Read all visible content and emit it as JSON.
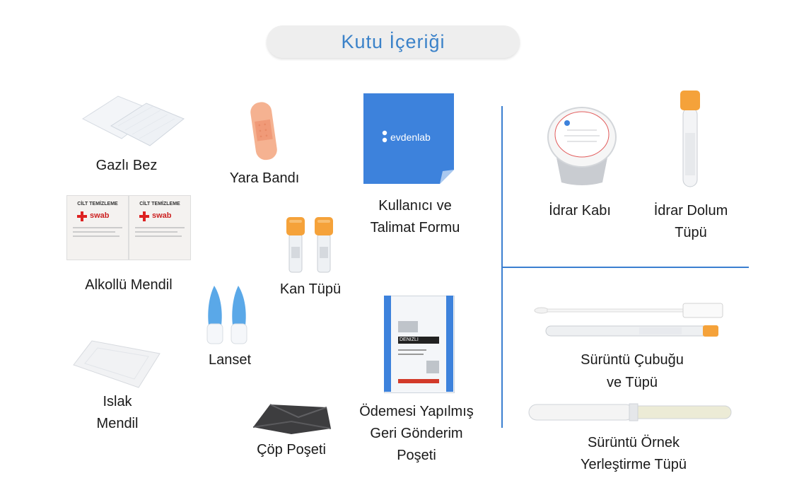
{
  "title": "Kutu İçeriği",
  "items": {
    "gauze": {
      "label": "Gazlı Bez"
    },
    "bandage": {
      "label": "Yara Bandı"
    },
    "form": {
      "label_line1": "Kullanıcı ve",
      "label_line2": "Talimat Formu",
      "logo_text": "evdenlab"
    },
    "alcohol_wipe": {
      "label": "Alkollü Mendil",
      "pack_text": "CİLT TEMİZLEME",
      "pack_brand": "swab"
    },
    "blood_tube": {
      "label": "Kan Tüpü"
    },
    "lancet": {
      "label": "Lanset"
    },
    "wet_wipe": {
      "label_line1": "Islak",
      "label_line2": "Mendil"
    },
    "trash_bag": {
      "label": "Çöp Poşeti"
    },
    "return_bag": {
      "label_line1": "Ödemesi Yapılmış",
      "label_line2": "Geri Gönderim",
      "label_line3": "Poşeti",
      "tag_text": "DENIZLI"
    },
    "urine_cup": {
      "label": "İdrar Kabı"
    },
    "urine_tube": {
      "label_line1": "İdrar Dolum",
      "label_line2": "Tüpü"
    },
    "swab": {
      "label_line1": "Sürüntü Çubuğu",
      "label_line2": "ve Tüpü"
    },
    "swab_tube": {
      "label_line1": "Sürüntü Örnek",
      "label_line2": "Yerleştirme Tüpü"
    }
  },
  "colors": {
    "accent": "#3b82c9",
    "divider": "#3b7fd0",
    "cap_orange": "#f5a23a",
    "form_blue": "#3d82dc",
    "lancet_blue": "#5aa8e8"
  }
}
